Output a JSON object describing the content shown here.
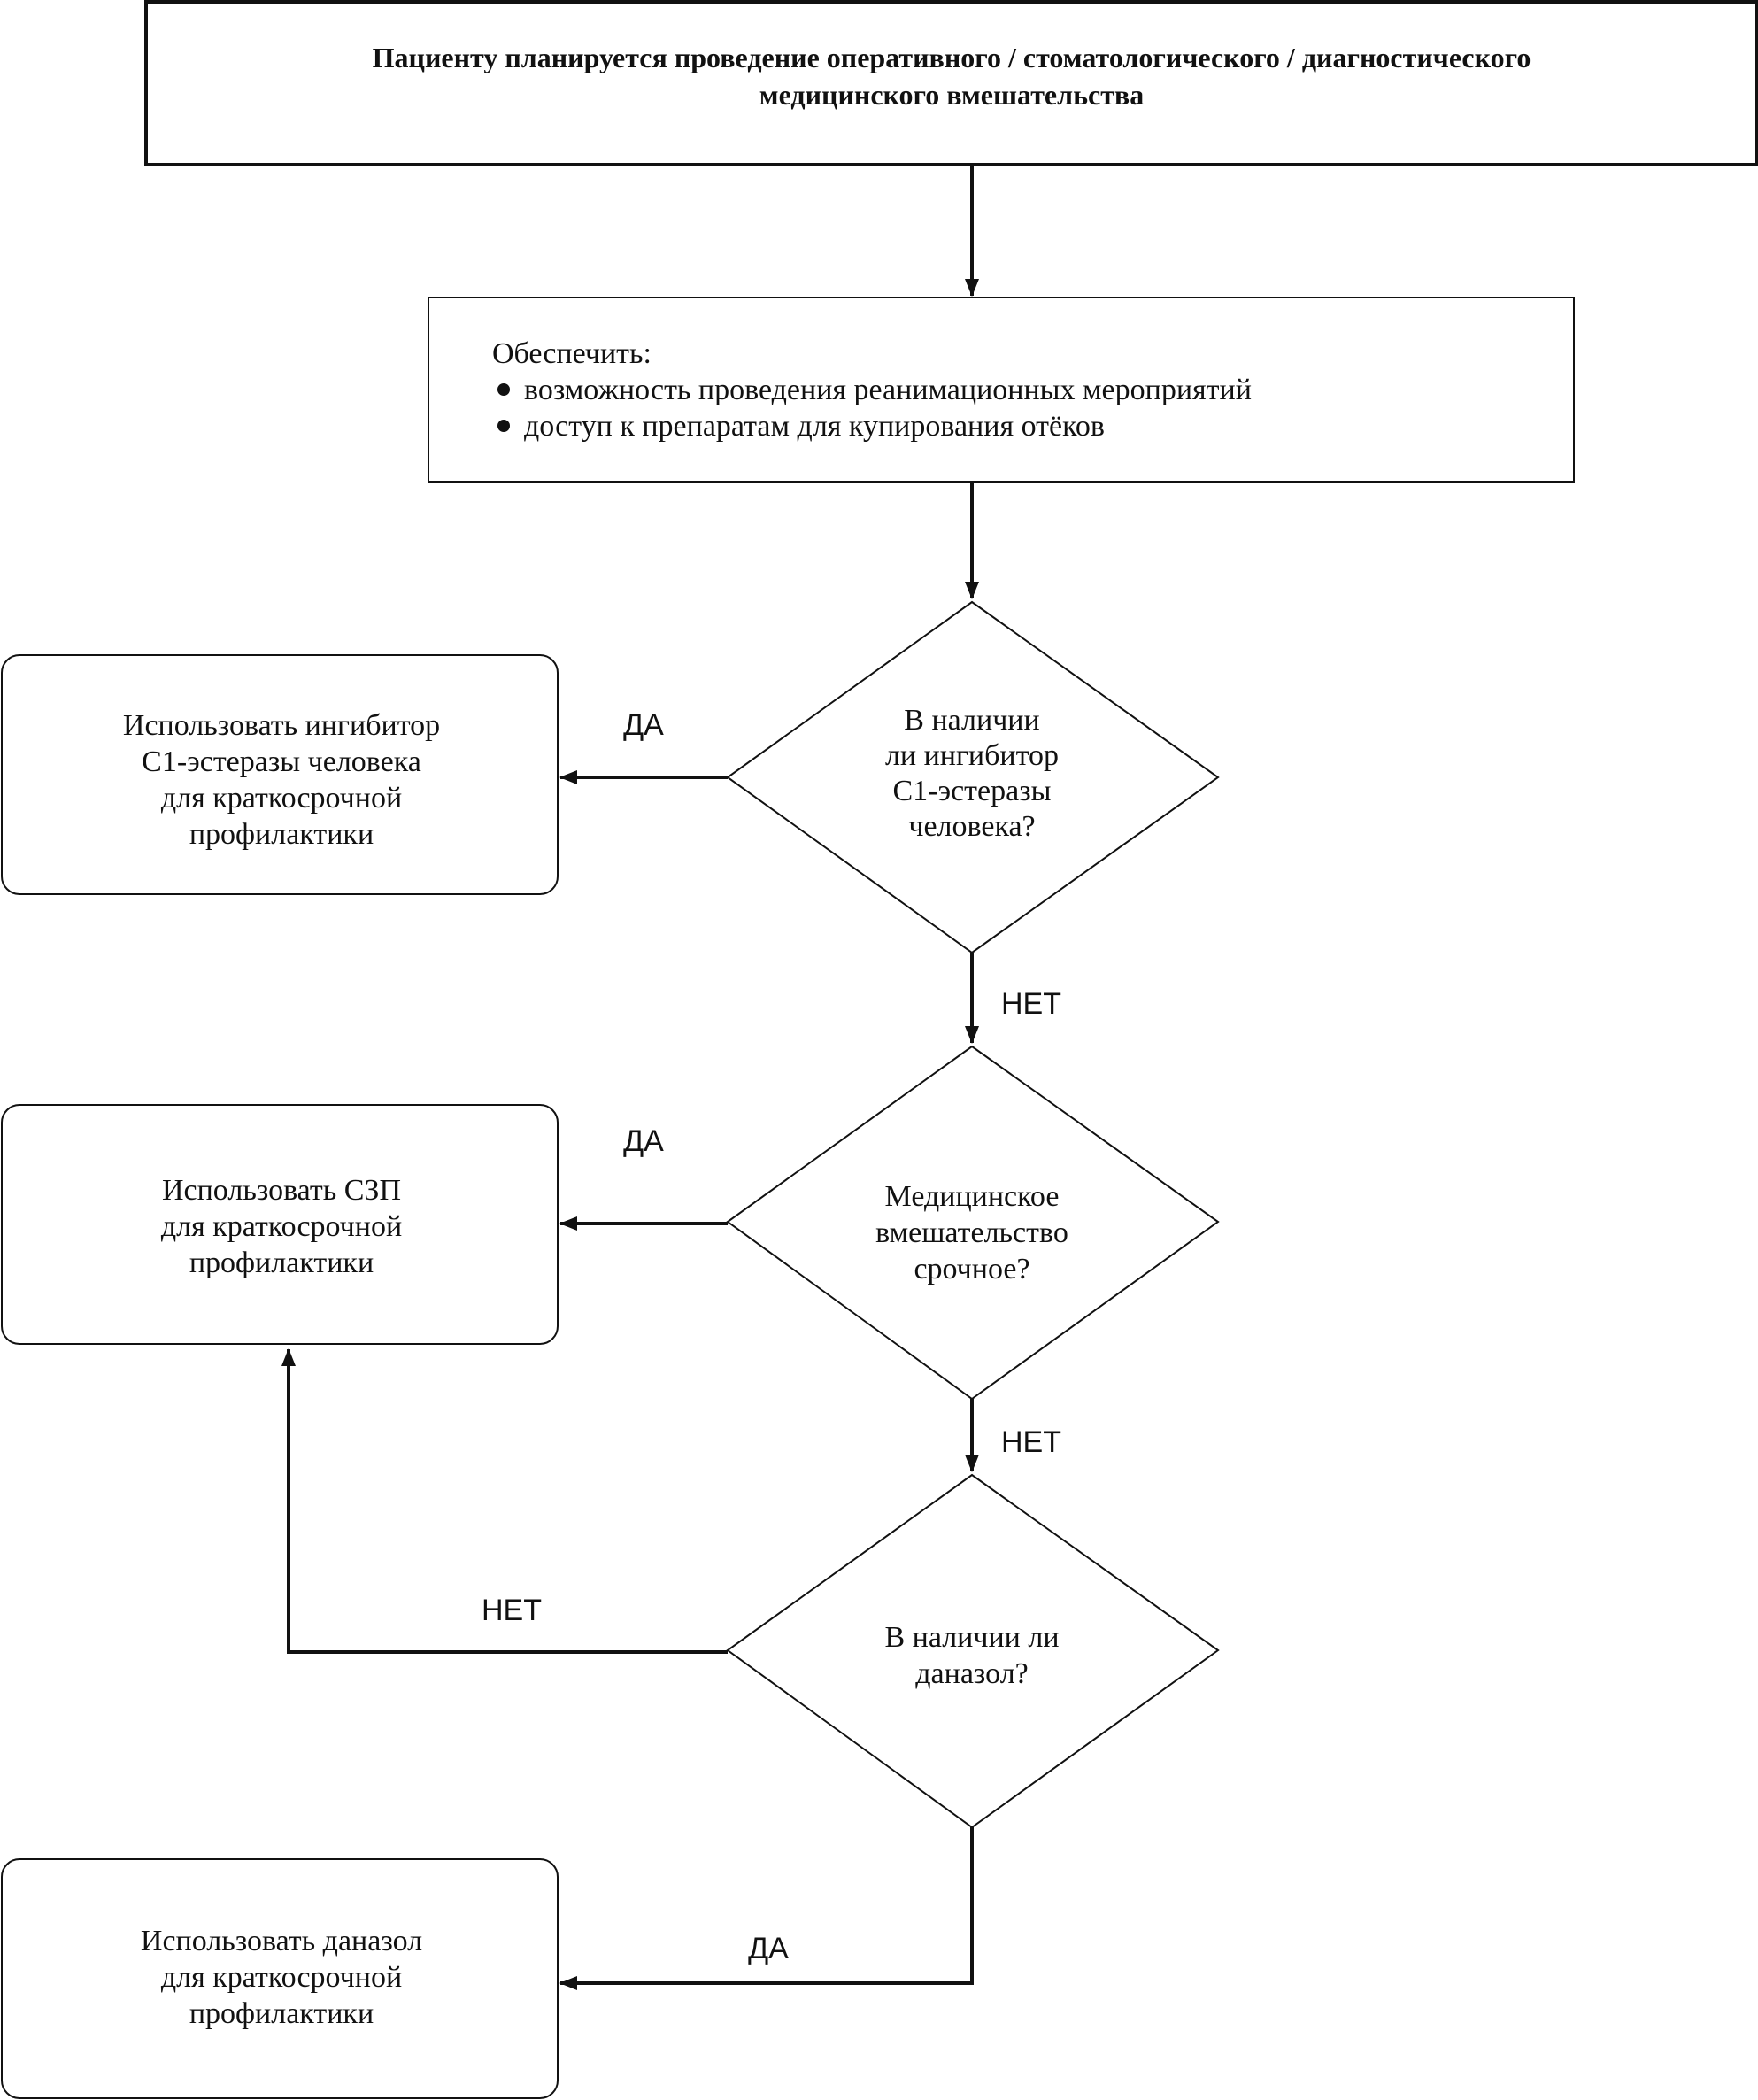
{
  "start_box": {
    "line1": "Пациенту планируется проведение оперативного / стоматологического / диагностического",
    "line2": "медицинского вмешательства"
  },
  "ensure_box": {
    "heading": "Обеспечить:",
    "bullets": [
      "возможность проведения реанимационных мероприятий",
      "доступ к препаратам для купирования отёков"
    ]
  },
  "decisions": [
    {
      "lines": [
        "В наличии",
        "ли ингибитор",
        "С1-эстеразы",
        "человека?"
      ]
    },
    {
      "lines": [
        "Медицинское",
        "вмешательство",
        "срочное?"
      ]
    },
    {
      "lines": [
        "В наличии ли",
        "даназол?"
      ]
    }
  ],
  "actions": [
    {
      "lines": [
        "Использовать ингибитор",
        "С1-эстеразы человека",
        "для краткосрочной",
        "профилактики"
      ]
    },
    {
      "lines": [
        "Использовать СЗП",
        "для краткосрочной",
        "профилактики"
      ]
    },
    {
      "lines": [
        "Использовать даназол",
        "для краткосрочной",
        "профилактики"
      ]
    }
  ],
  "edge_labels": {
    "yes1": "ДА",
    "no1": "НЕТ",
    "yes2": "ДА",
    "no2": "НЕТ",
    "no3": "НЕТ",
    "yes3": "ДА"
  }
}
